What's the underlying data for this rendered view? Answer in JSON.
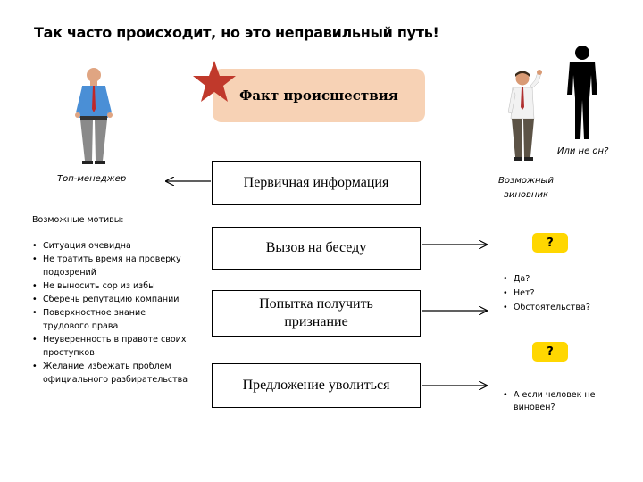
{
  "title": "Так часто происходит, но это неправильный путь!",
  "fact": "Факт происшествия",
  "boxes": {
    "primary": "Первичная информация",
    "call": "Вызов на беседу",
    "confession": "Попытка получить признание",
    "resign": "Предложение уволиться"
  },
  "labels": {
    "manager": "Топ-менеджер",
    "culprit": "Возможный виновник",
    "other": "Или не он?"
  },
  "motives": {
    "heading": "Возможные мотивы:",
    "items": [
      "Ситуация очевидна",
      "Не тратить время на проверку подозрений",
      "Не выносить сор из избы",
      "Сберечь репутацию компании",
      "Поверхностное знание трудового права",
      "Неуверенность в  правоте своих проступков",
      "Желание избежать проблем официального разбирательства"
    ]
  },
  "question": "?",
  "answers1": [
    "Да?",
    "Нет?",
    "Обстоятельства?"
  ],
  "answers2": [
    "А если человек не виновен?"
  ],
  "colors": {
    "fact_bg": "#f7d2b5",
    "star": "#c0392b",
    "question_bg": "#ffd700"
  }
}
